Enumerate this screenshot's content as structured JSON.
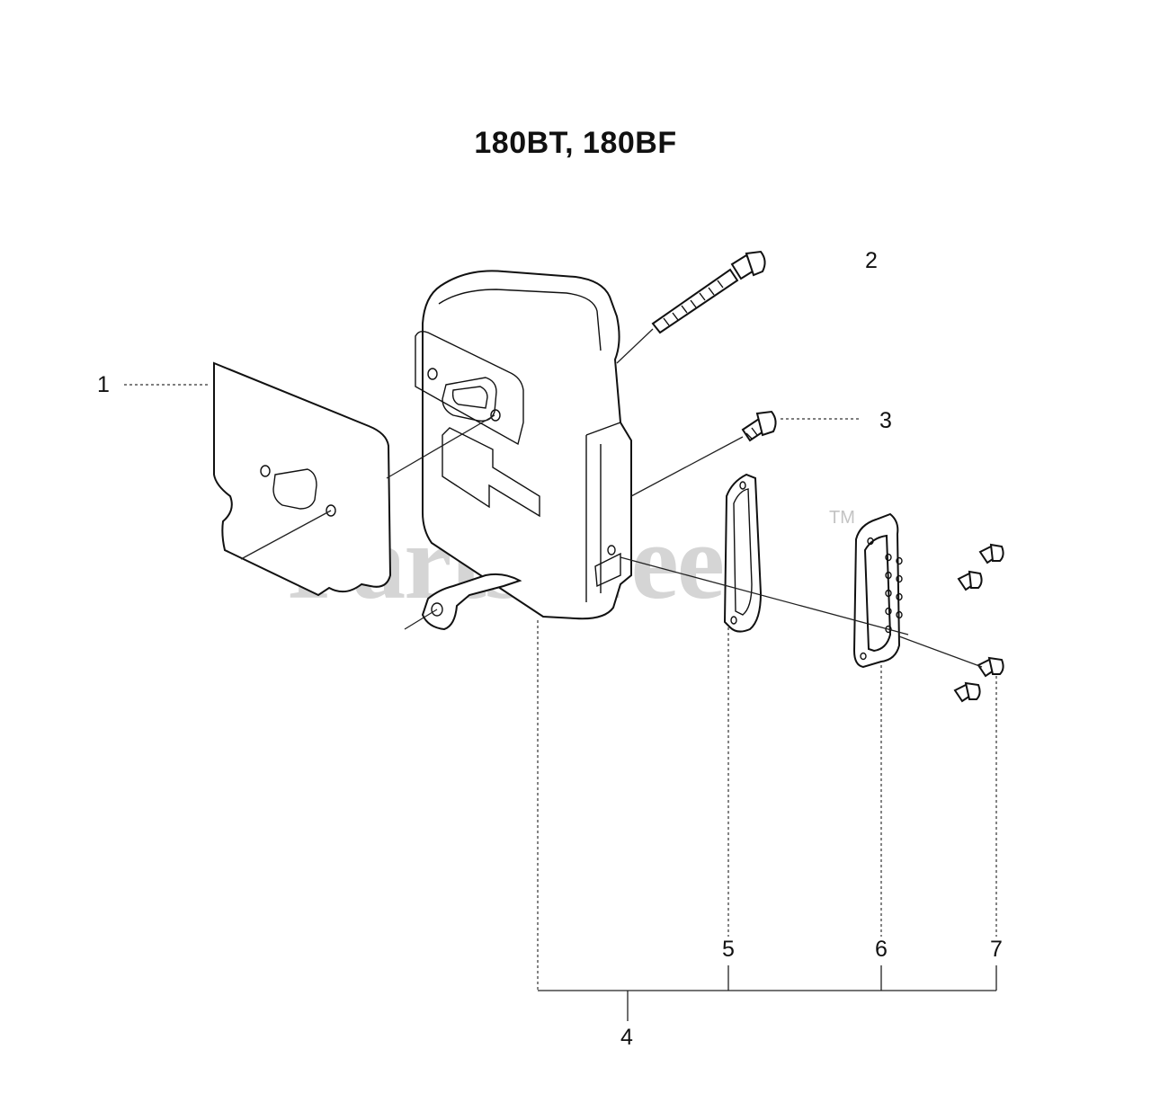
{
  "diagram": {
    "title": "180BT, 180BF",
    "callouts": [
      "1",
      "2",
      "3",
      "4",
      "5",
      "6",
      "7"
    ],
    "watermark": {
      "text": "PartsTree",
      "trademark": "TM"
    }
  }
}
